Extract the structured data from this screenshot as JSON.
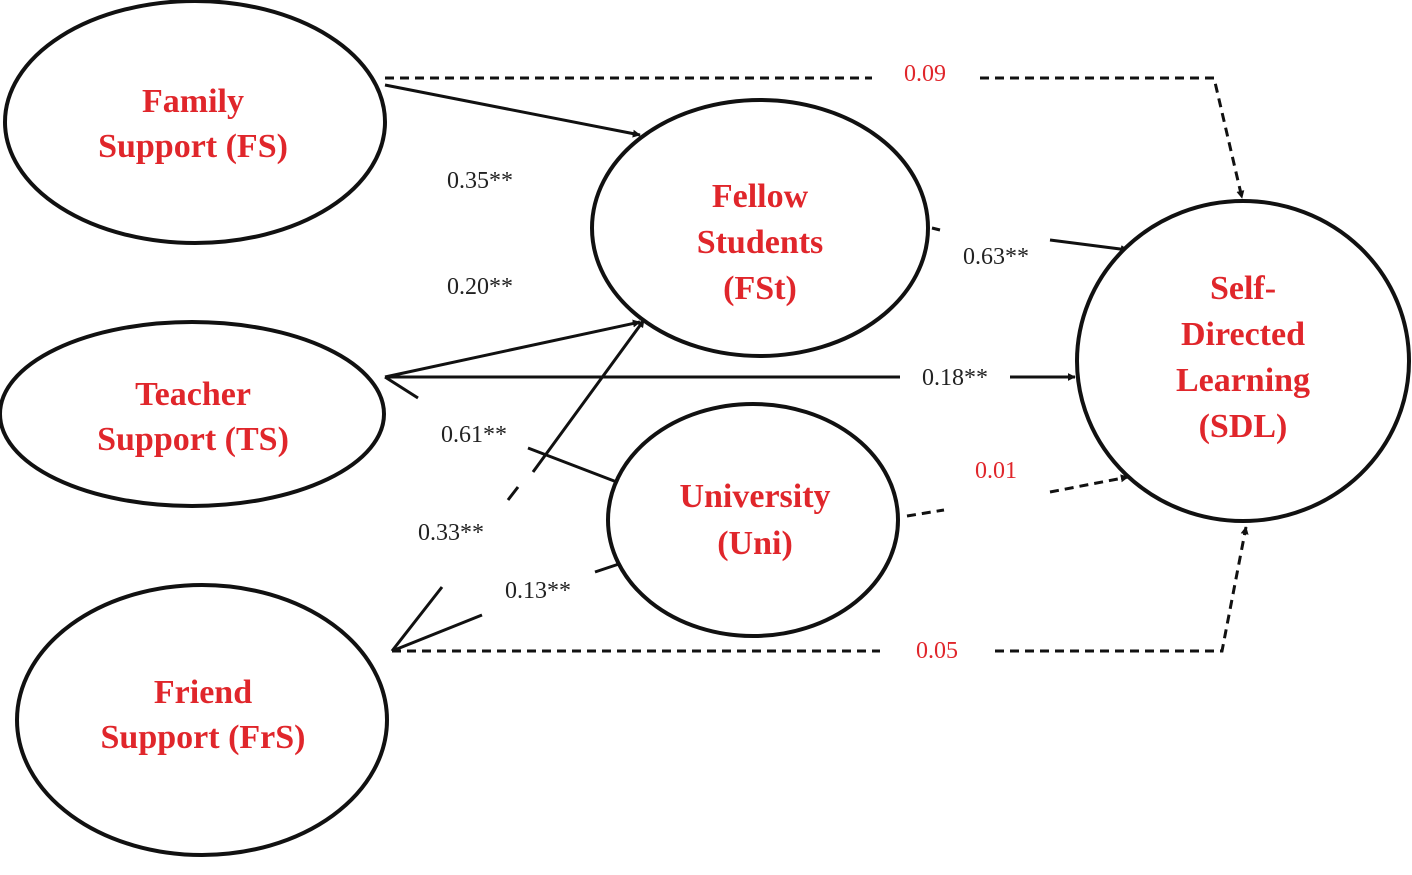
{
  "colors": {
    "node_text": "#e0262b",
    "coef_significant": "#222222",
    "coef_nonsignificant": "#e0262b",
    "line": "#111111"
  },
  "nodes": {
    "fs": {
      "lines": [
        "Family",
        "Support (FS)"
      ]
    },
    "ts": {
      "lines": [
        "Teacher",
        "Support (TS)"
      ]
    },
    "frs": {
      "lines": [
        "Friend",
        "Support (FrS)"
      ]
    },
    "fst": {
      "lines": [
        "Fellow",
        "Students",
        "(FSt)"
      ]
    },
    "uni": {
      "lines": [
        "University",
        "(Uni)"
      ]
    },
    "sdl": {
      "lines": [
        "Self-",
        "Directed",
        "Learning",
        "(SDL)"
      ]
    }
  },
  "edges": {
    "fs_fst": {
      "from": "Family Support (FS)",
      "to": "Fellow Students (FSt)",
      "coefficient": "0.35**",
      "significant": true
    },
    "ts_fst": {
      "from": "Teacher Support (TS)",
      "to": "Fellow Students (FSt)",
      "coefficient": "0.20**",
      "significant": true
    },
    "ts_uni": {
      "from": "Teacher Support (TS)",
      "to": "University (Uni)",
      "coefficient": "0.61**",
      "significant": true
    },
    "ts_sdl": {
      "from": "Teacher Support (TS)",
      "to": "Self-Directed Learning (SDL)",
      "coefficient": "0.18**",
      "significant": true
    },
    "frs_fst": {
      "from": "Friend Support (FrS)",
      "to": "Fellow Students (FSt)",
      "coefficient": "0.33**",
      "significant": true
    },
    "frs_uni": {
      "from": "Friend Support (FrS)",
      "to": "University (Uni)",
      "coefficient": "0.13**",
      "significant": true
    },
    "fst_sdl": {
      "from": "Fellow Students (FSt)",
      "to": "Self-Directed Learning (SDL)",
      "coefficient": "0.63**",
      "significant": true
    },
    "fs_sdl": {
      "from": "Family Support (FS)",
      "to": "Self-Directed Learning (SDL)",
      "coefficient": "0.09",
      "significant": false
    },
    "uni_sdl": {
      "from": "University (Uni)",
      "to": "Self-Directed Learning (SDL)",
      "coefficient": "0.01",
      "significant": false
    },
    "frs_sdl": {
      "from": "Friend Support (FrS)",
      "to": "Self-Directed Learning (SDL)",
      "coefficient": "0.05",
      "significant": false
    }
  }
}
